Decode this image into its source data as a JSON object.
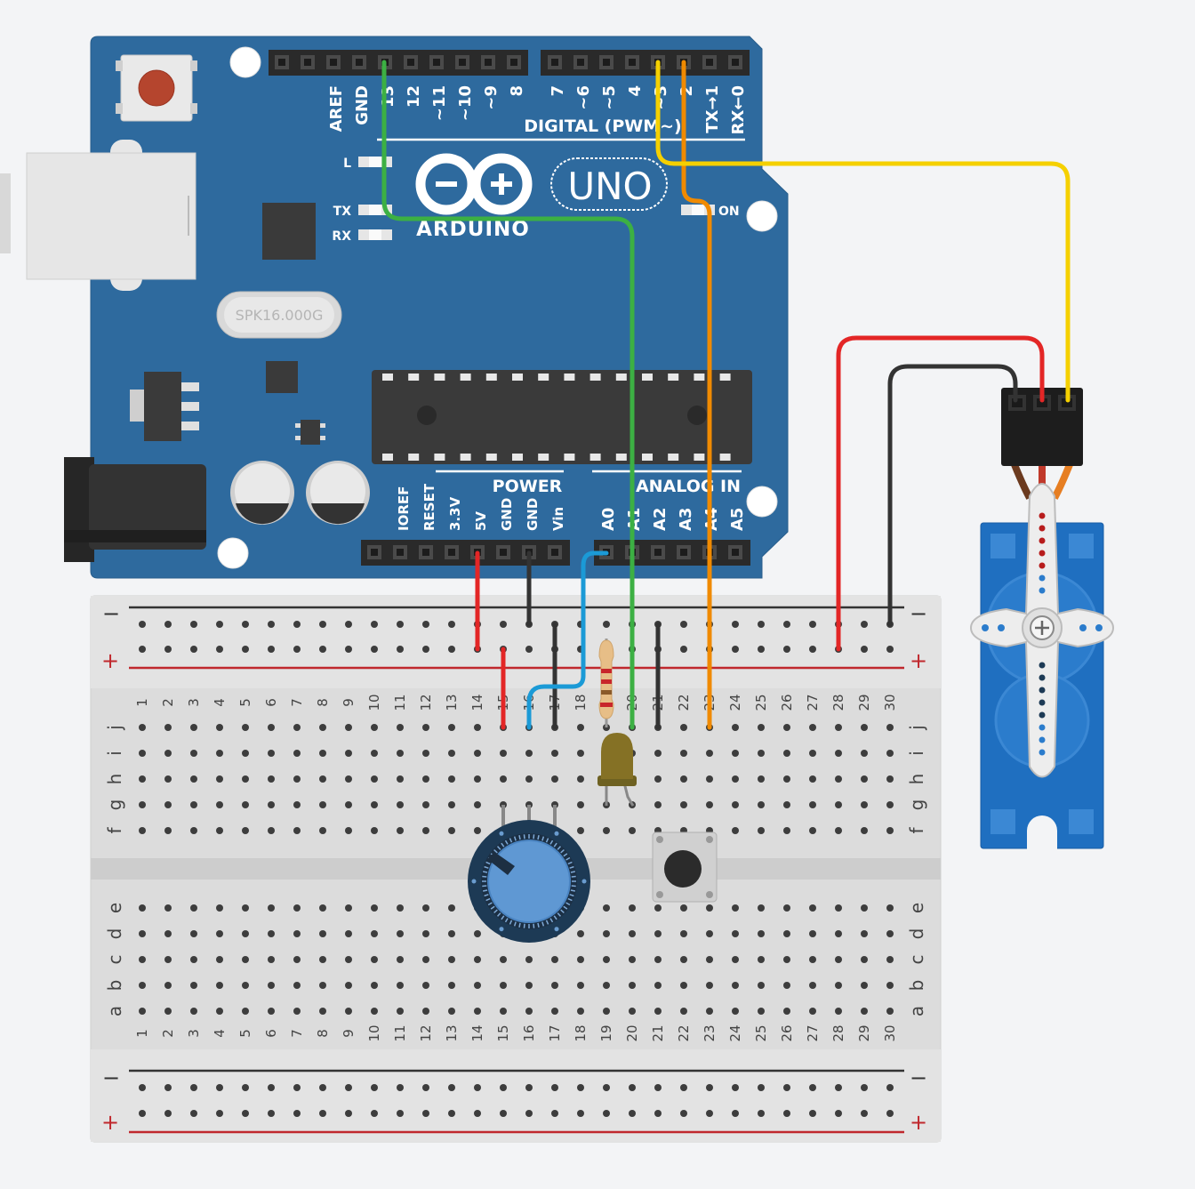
{
  "board": {
    "top_pin_labels_left": [
      "AREF",
      "GND",
      "13",
      "12",
      "~11",
      "~10",
      "~9",
      "8"
    ],
    "top_pin_labels_right": [
      "7",
      "~6",
      "~5",
      "4",
      "~3",
      "2",
      "TX→1",
      "RX←0"
    ],
    "digital_label": "DIGITAL (PWM~)",
    "brand": "ARDUINO",
    "model": "UNO",
    "led_l": "L",
    "led_tx": "TX",
    "led_rx": "RX",
    "led_on": "ON",
    "crystal": "SPK16.000G",
    "power_label": "POWER",
    "analog_label": "ANALOG IN",
    "power_pin_labels": [
      "IOREF",
      "RESET",
      "3.3V",
      "5V",
      "GND",
      "GND",
      "Vin"
    ],
    "analog_pin_labels": [
      "A0",
      "A1",
      "A2",
      "A3",
      "A4",
      "A5"
    ]
  },
  "breadboard": {
    "rail_minus": "−",
    "rail_plus": "+",
    "columns": [
      "1",
      "2",
      "3",
      "4",
      "5",
      "6",
      "7",
      "8",
      "9",
      "10",
      "11",
      "12",
      "13",
      "14",
      "15",
      "16",
      "17",
      "18",
      "19",
      "20",
      "21",
      "22",
      "23",
      "24",
      "25",
      "26",
      "27",
      "28",
      "29",
      "30"
    ],
    "rows_top": [
      "j",
      "i",
      "h",
      "g",
      "f"
    ],
    "rows_bottom": [
      "e",
      "d",
      "c",
      "b",
      "a"
    ]
  },
  "colors": {
    "board": "#2e6a9e",
    "wire_green": "#3cb043",
    "wire_orange": "#f08a00",
    "wire_yellow": "#f5d000",
    "wire_red": "#e32626",
    "wire_black": "#333333",
    "wire_blue": "#1b9ad6",
    "servo": "#1f6fc0"
  }
}
